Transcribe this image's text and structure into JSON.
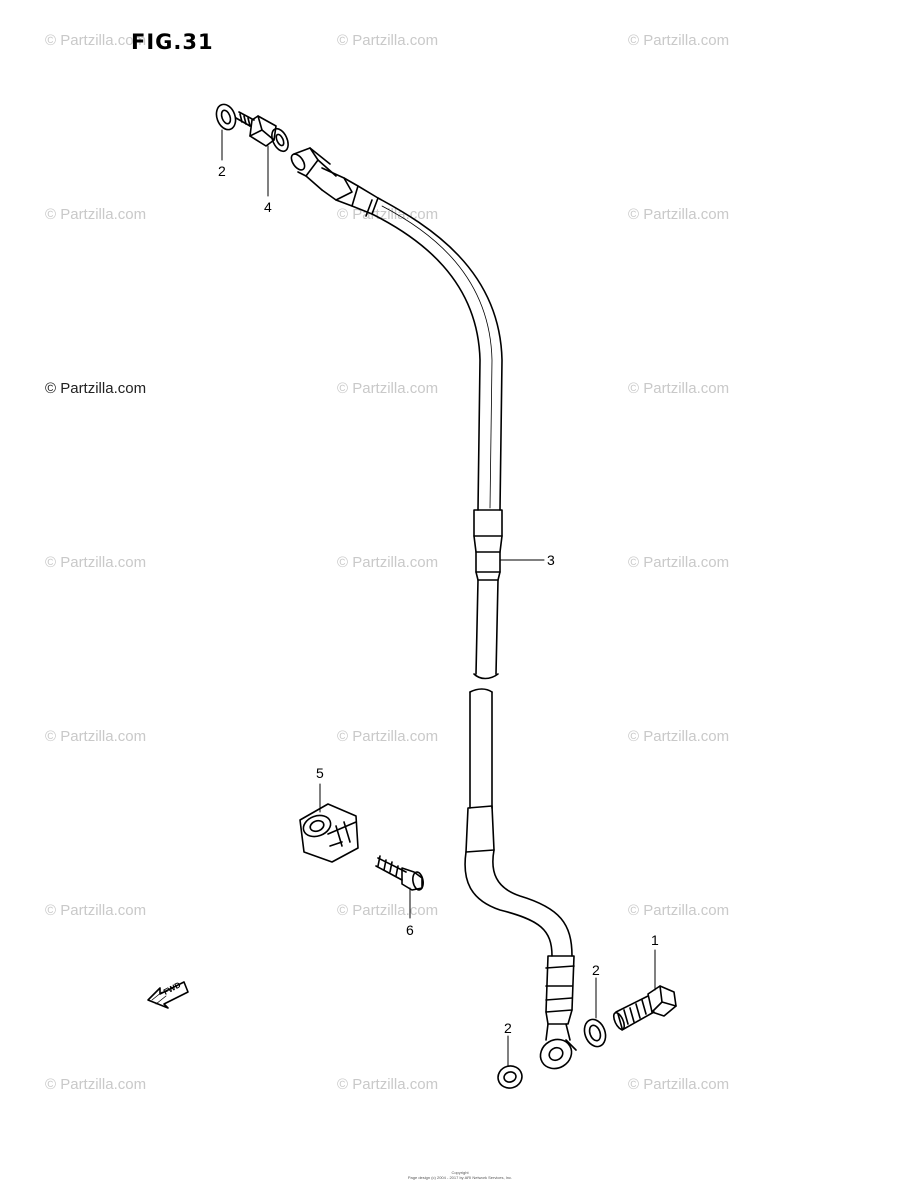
{
  "figure": {
    "title": "FIG.31"
  },
  "watermark": {
    "text": "© Partzilla.com",
    "dark_text": "© Partzilla.com"
  },
  "callouts": {
    "washer_top": "2",
    "union_bolt_top": "4",
    "brake_hose": "3",
    "clamp": "5",
    "clamp_bolt": "6",
    "union_bolt_bottom": "1",
    "washer_bottom_right": "2",
    "washer_bottom_left": "2"
  },
  "fwd_arrow_label": "FWD",
  "footer": {
    "line1": "Copyright",
    "line2": "Page design (c) 2004 - 2017 by ARI Network Services, Inc."
  },
  "colors": {
    "line": "#000000",
    "watermark": "#c9c9c9"
  }
}
